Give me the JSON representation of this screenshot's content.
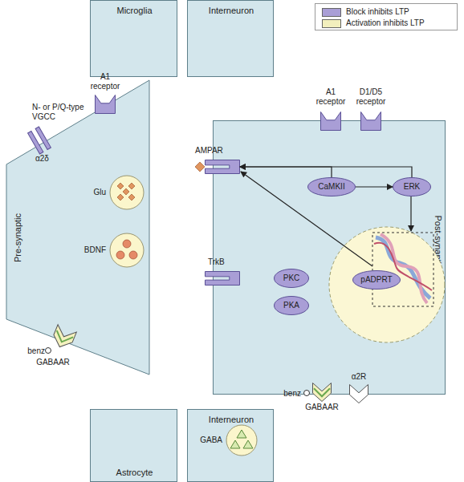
{
  "diagram": {
    "nodes": [
      {
        "text": [
          "Microglia"
        ]
      },
      {
        "text": [
          "Interneuron"
        ]
      },
      {
        "text": [
          "Pre-synaptic"
        ]
      },
      {
        "text": [
          "N- or P/Q-type VGCC",
          "α2δ"
        ],
        "in": 2
      },
      {
        "text": [
          "A1 receptor"
        ],
        "in": 2
      },
      {
        "text": [
          "Glu"
        ],
        "in": 2
      },
      {
        "text": [
          "BDNF"
        ],
        "in": 2
      },
      {
        "text": [
          "benz",
          "GABAAR"
        ],
        "in": 2
      },
      {
        "text": [
          "Post-synaptic"
        ]
      },
      {
        "text": [
          "A1 receptor"
        ],
        "in": 8
      },
      {
        "text": [
          "D1/D5 receptor"
        ],
        "in": 8
      },
      {
        "text": [
          "AMPAR"
        ],
        "in": 8
      },
      {
        "text": [
          "CaMKII"
        ],
        "in": 8
      },
      {
        "text": [
          "ERK"
        ],
        "in": 8
      },
      {
        "text": [
          "TrkB"
        ],
        "in": 8
      },
      {
        "text": [
          "PKC"
        ],
        "in": 8
      },
      {
        "text": [
          "PKA"
        ],
        "in": 8
      },
      {
        "text": [
          "pADPRT"
        ],
        "in": 8
      },
      {
        "text": [
          "benz",
          "GABAAR"
        ],
        "in": 8
      },
      {
        "text": [
          "α2R"
        ],
        "in": 8
      },
      {
        "text": [
          "Astrocyte"
        ]
      },
      {
        "text": [
          "Interneuron"
        ]
      },
      {
        "text": [
          "GABA"
        ],
        "in": 21
      }
    ],
    "edges": [
      {
        "from": 12,
        "to": 11,
        "arrow": "to"
      },
      {
        "from": 13,
        "to": 11,
        "arrow": "to"
      },
      {
        "from": 12,
        "to": 13,
        "arrow": "to"
      }
    ],
    "legend": [
      {
        "text": "Block inhibits LTP",
        "color": "#a99ed6"
      },
      {
        "text": "Activation inhibits LTP",
        "color": "#f2efbd"
      }
    ]
  }
}
